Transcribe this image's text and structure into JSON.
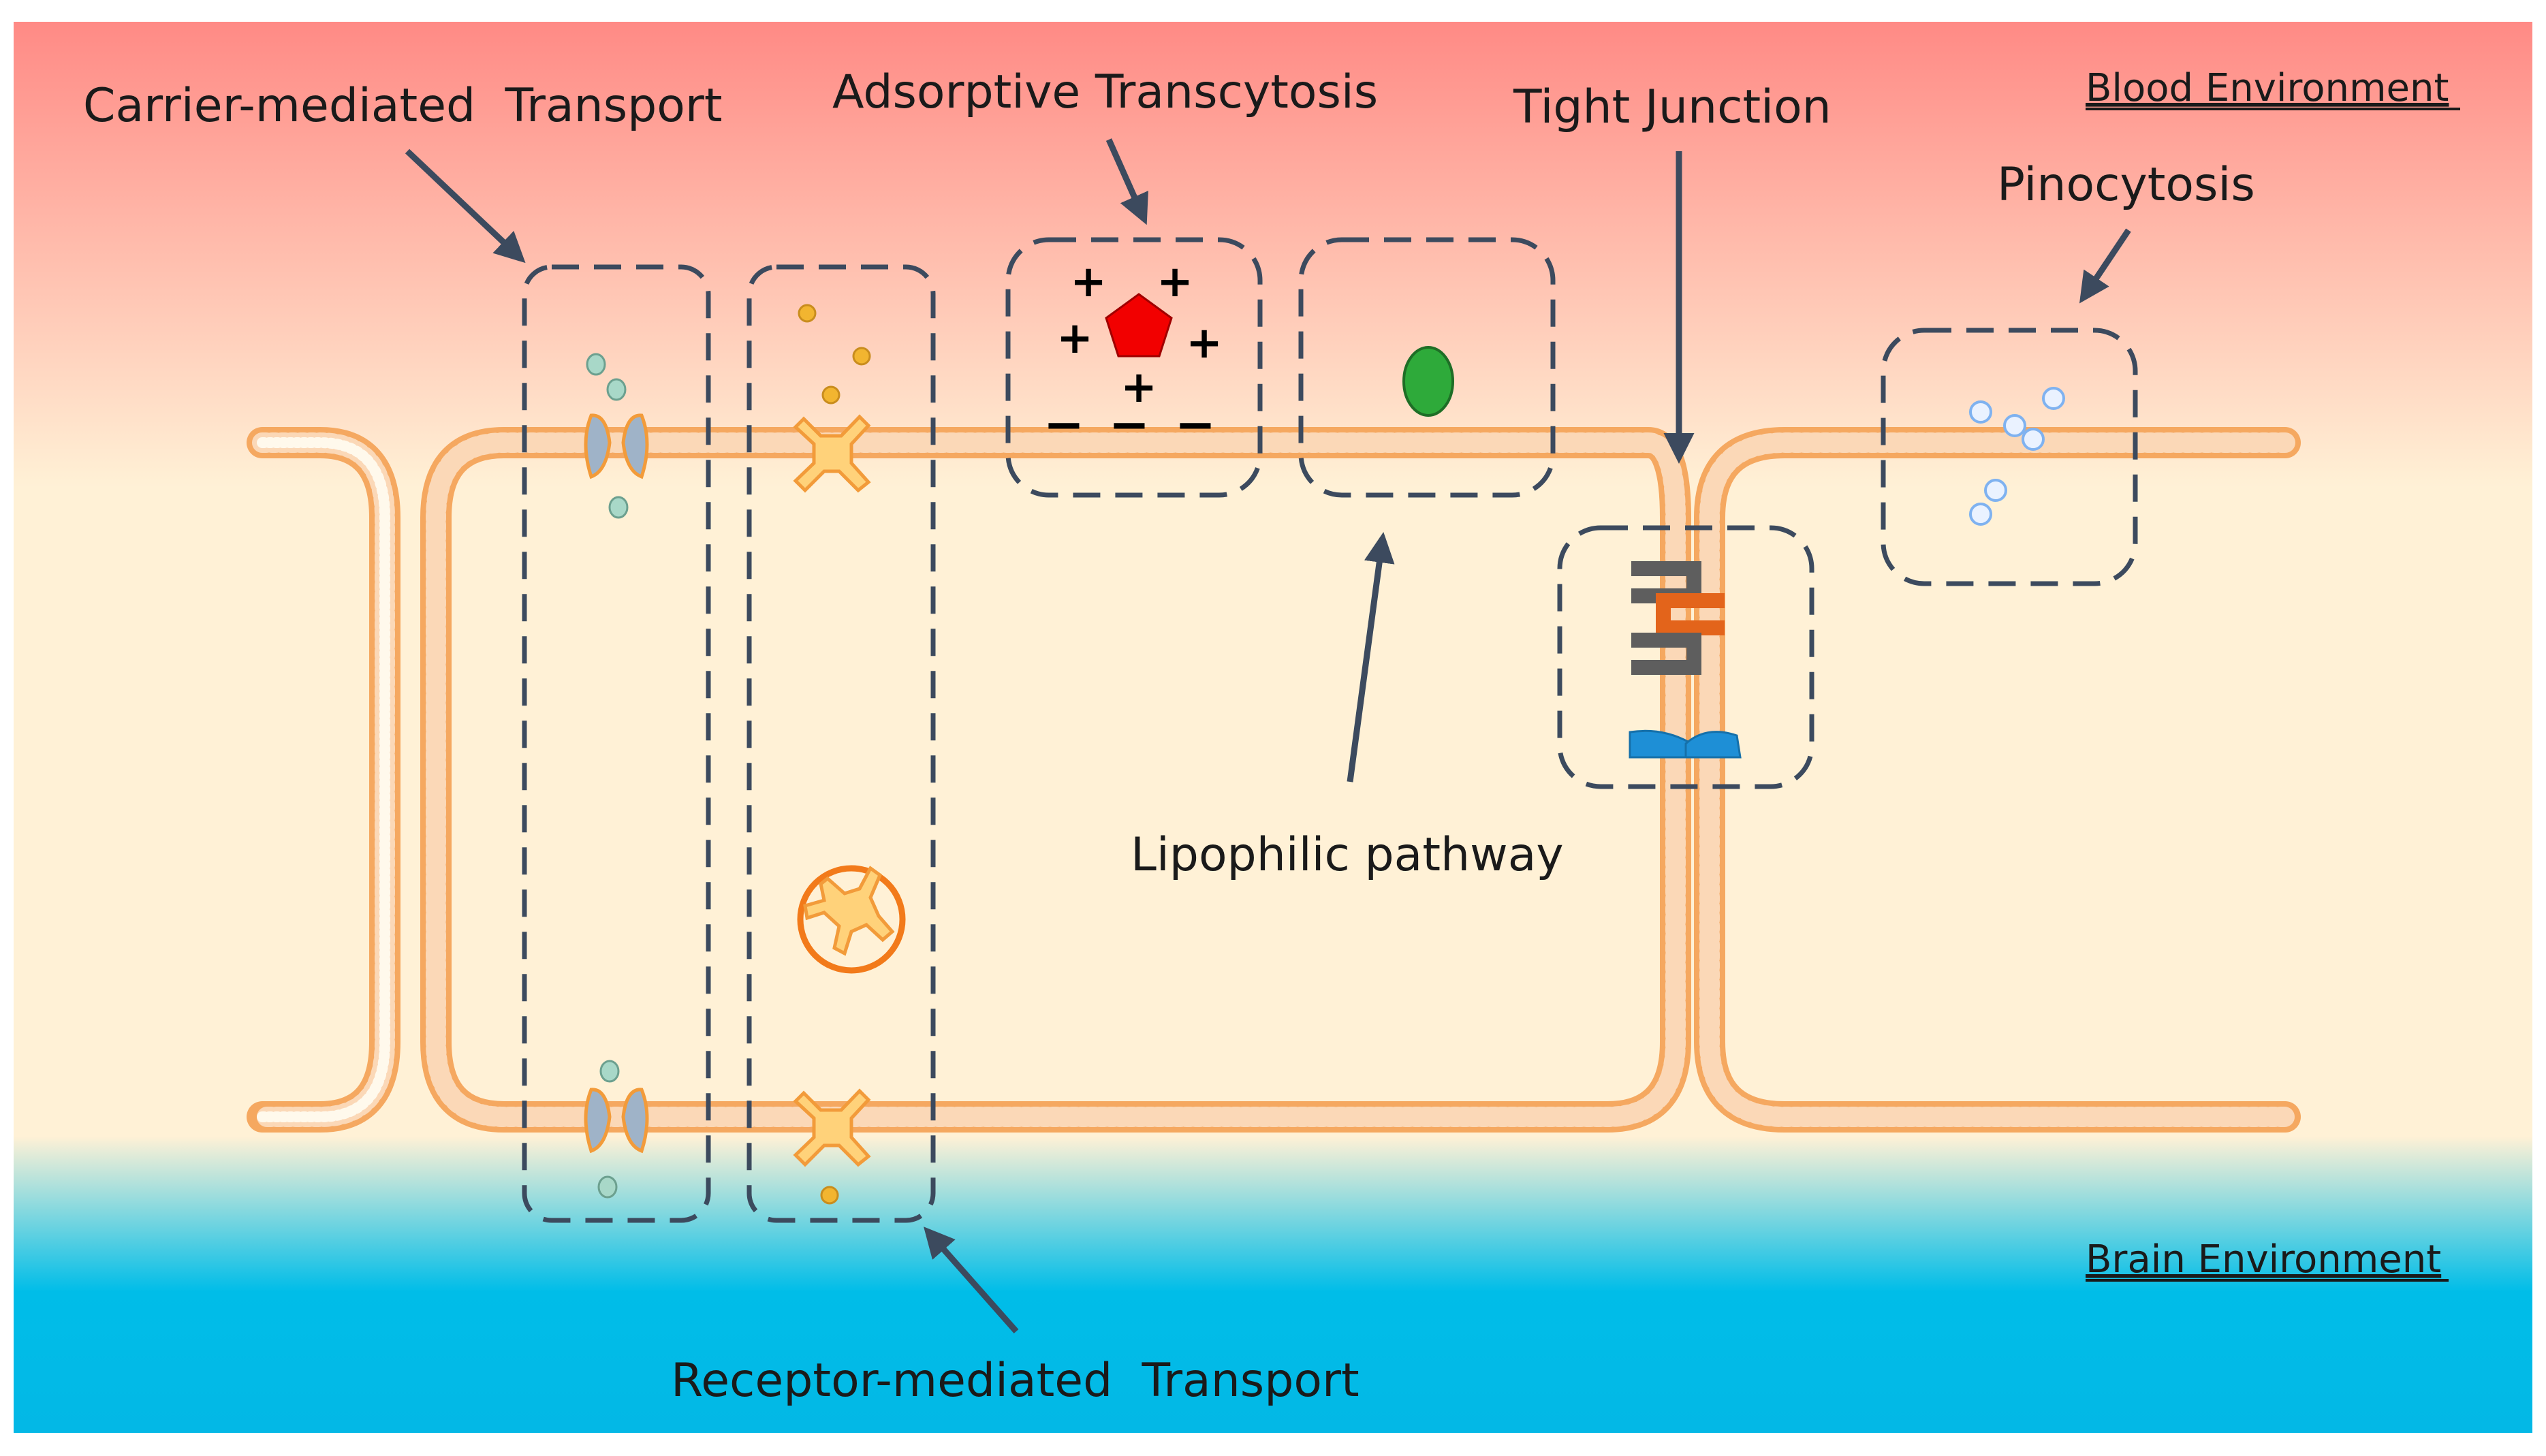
{
  "labels": {
    "carrier_mediated": "Carrier-mediated  Transport",
    "adsorptive": "Adsorptive Transcytosis",
    "tight_junction": "Tight Junction",
    "pinocytosis": "Pinocytosis",
    "lipophilic": "Lipophilic pathway",
    "receptor_mediated": "Receptor-mediated  Transport",
    "blood_env": "Blood Environment",
    "brain_env": "Brain Environment"
  },
  "charges": {
    "plus": "+",
    "minus": "−"
  },
  "colors": {
    "blood_top": "#FF8A85",
    "cell_interior": "#FFF1D6",
    "brain_bottom": "#00BDE8",
    "membrane": "#F5A860",
    "arrow": "#3C4A5E",
    "pentagon": "#F20000",
    "lipophilic_molecule": "#2EAA3A",
    "tight_junction_grey": "#5E5E5E",
    "tight_junction_orange": "#E3641B",
    "junction_blue": "#1E8FD6",
    "receptor": "#FFD27A",
    "receptor_outline": "#F29B3A",
    "ligand": "#F2B530",
    "transporter": "#9FB3C8",
    "carrier_particle": "#A8D8C8",
    "pinocytosis_vesicle": "#7FB2F0"
  }
}
